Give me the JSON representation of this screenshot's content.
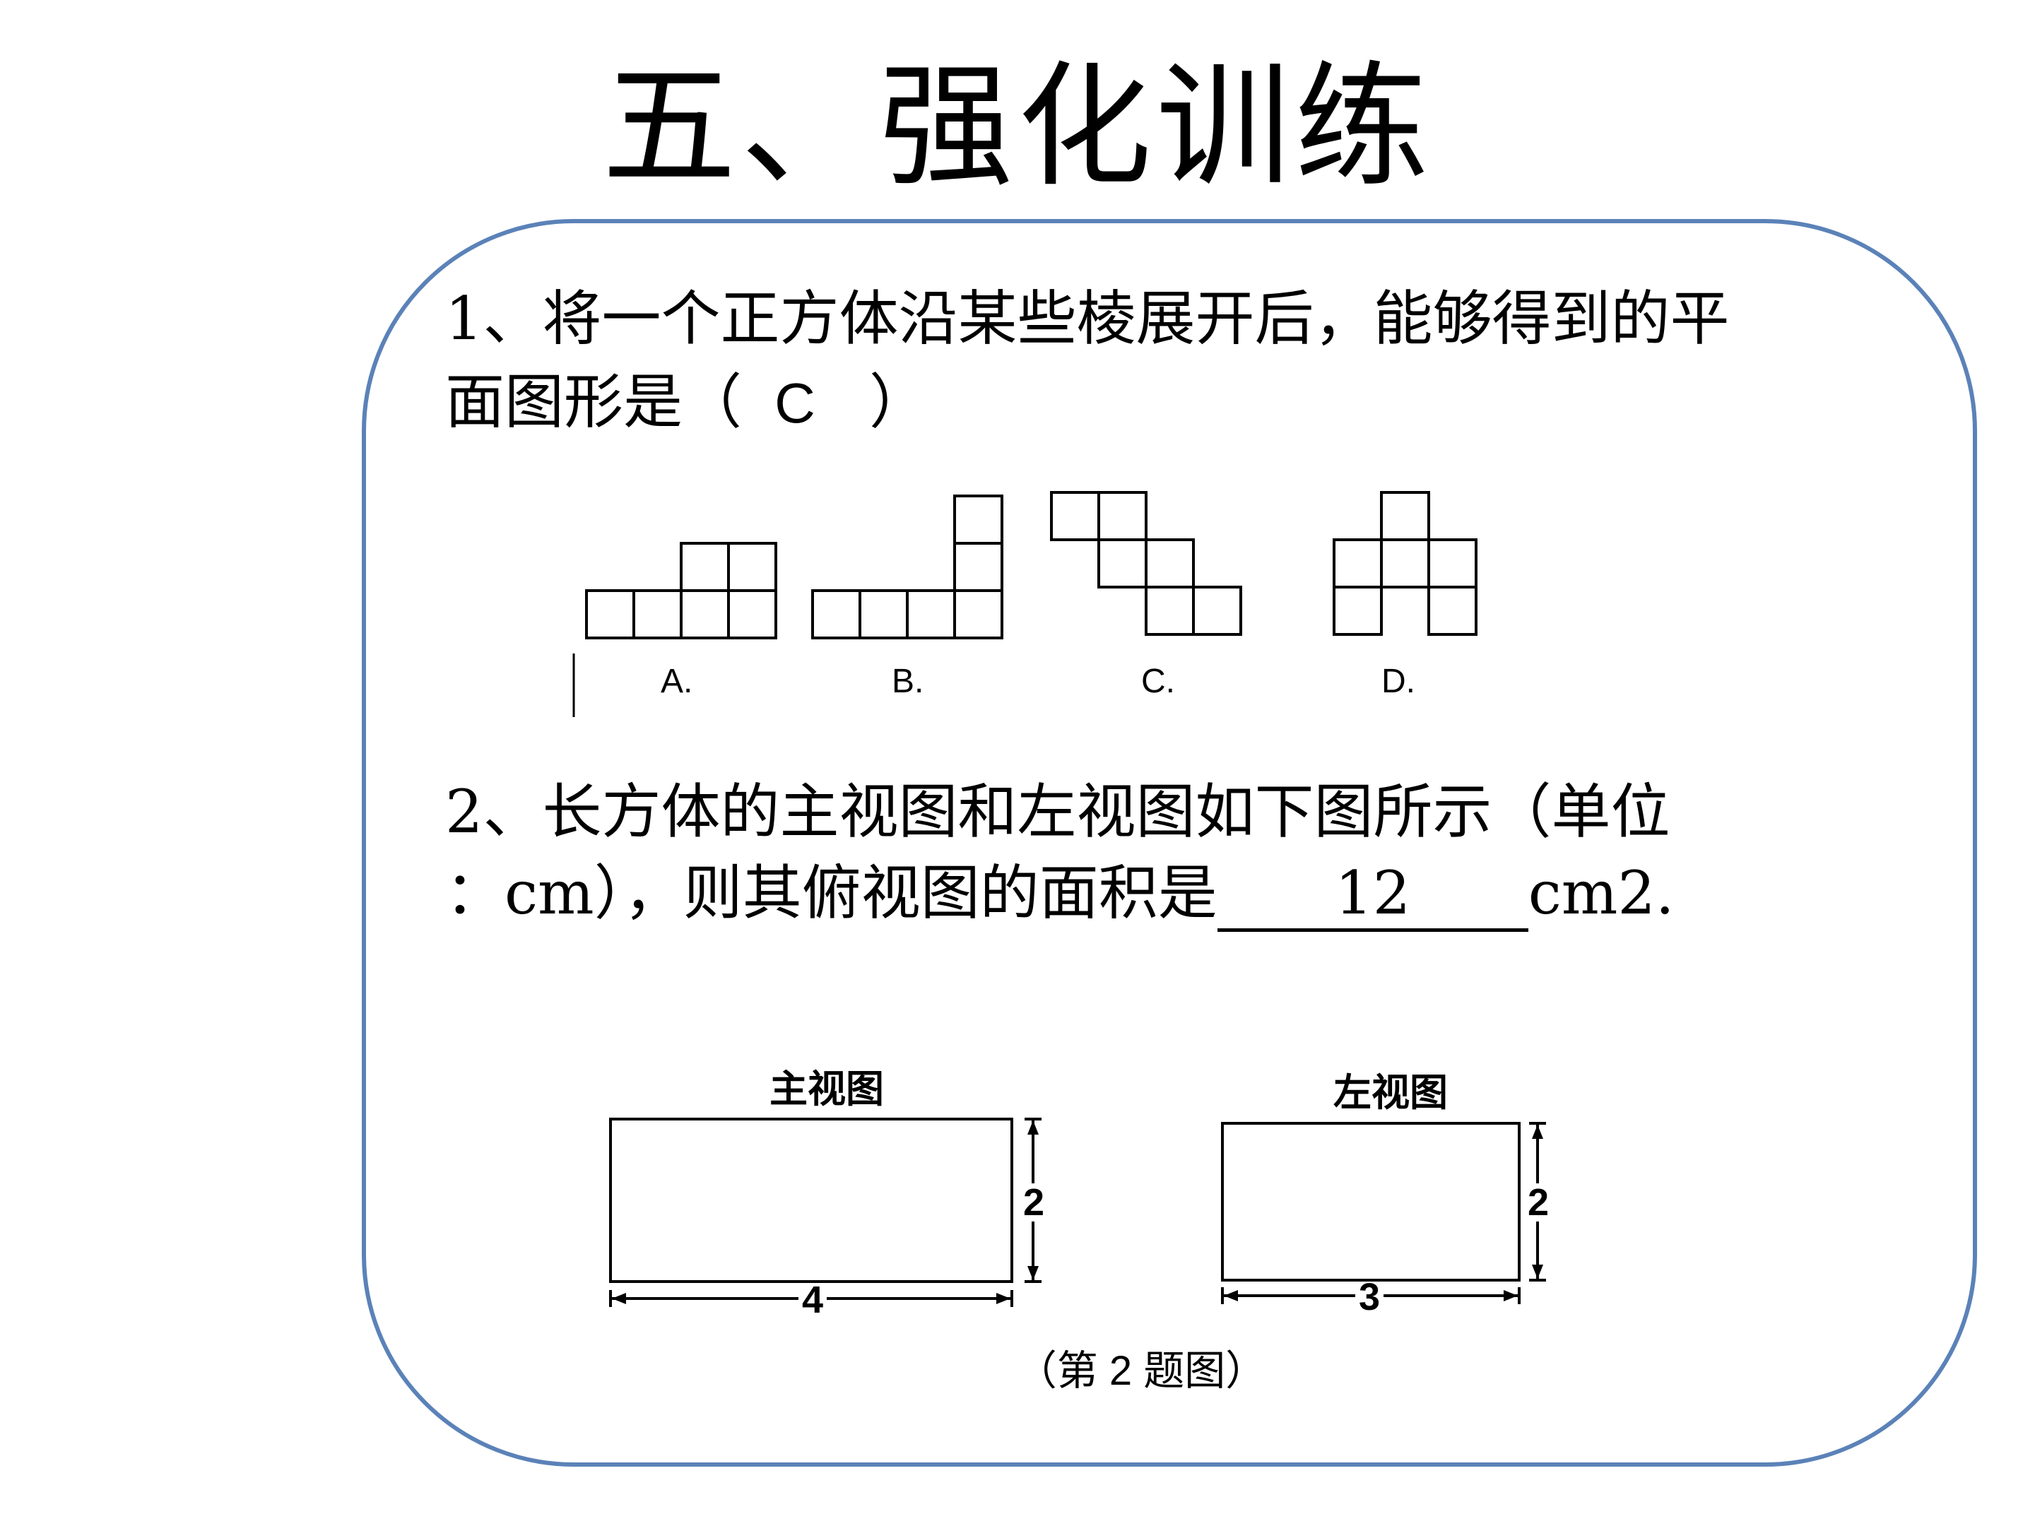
{
  "title": "五、强化训练",
  "q1": {
    "line1": "1、将一个正方体沿某些棱展开后，能够得到的平",
    "line2_prefix": "面图形是（",
    "answer": "C",
    "line2_suffix": "）",
    "option_labels": [
      "A.",
      "B.",
      "C.",
      "D."
    ]
  },
  "q2": {
    "line1": "2、长方体的主视图和左视图如下图所示（单位",
    "line2_prefix": "：cm），则其俯视图的面积是",
    "answer": "12",
    "line2_suffix": "cm2.",
    "front_view": {
      "label": "主视图",
      "height": "2",
      "width": "4"
    },
    "left_view": {
      "label": "左视图",
      "height": "2",
      "width": "3"
    },
    "caption": "（第 2 题图）"
  },
  "colors": {
    "panel_border": "#5b82b8"
  }
}
